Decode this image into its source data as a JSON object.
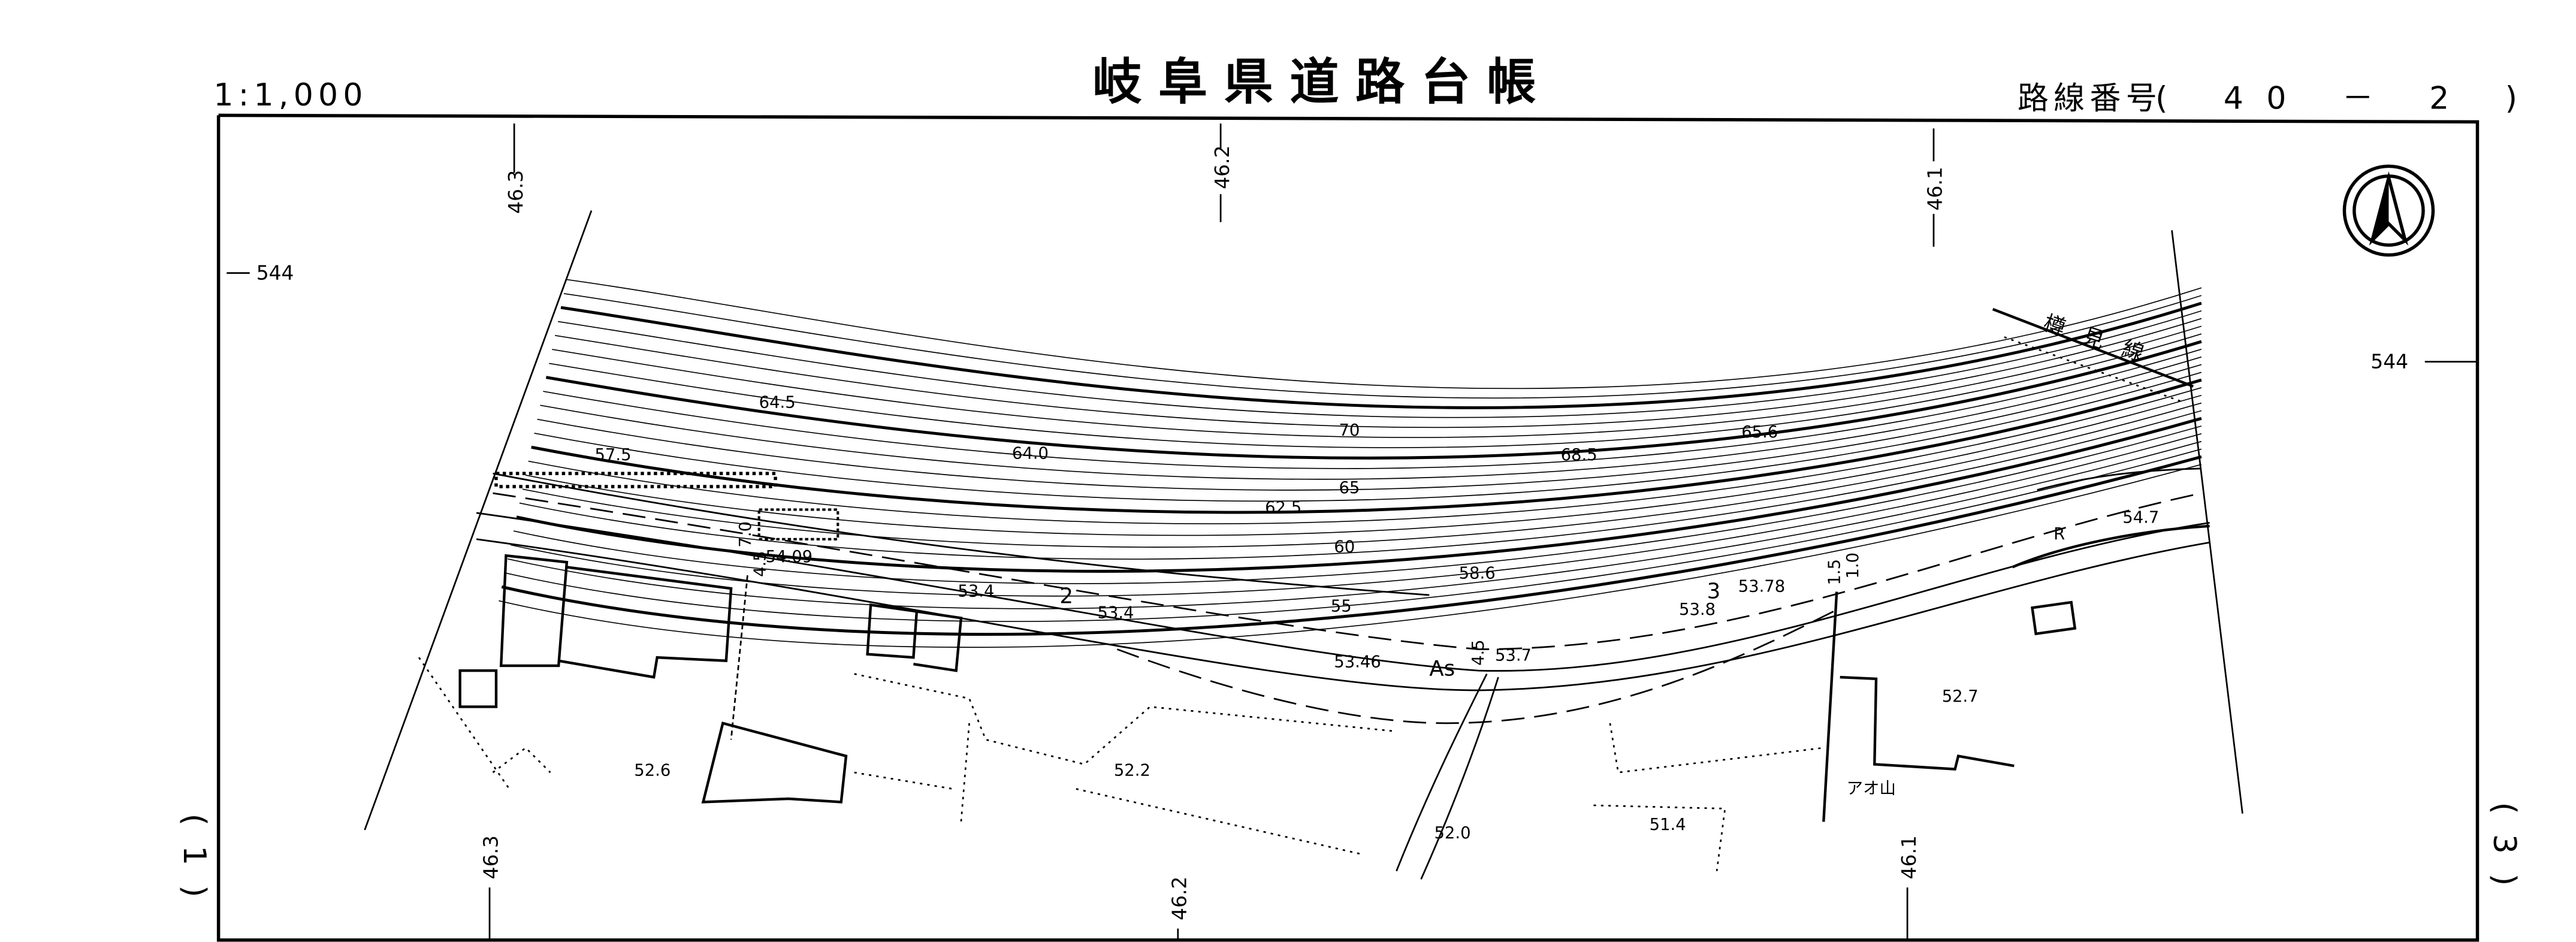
{
  "header": {
    "scale": "1:1,000",
    "title": "岐阜県道路台帳",
    "route_label": "路線番号",
    "route_number": "( 40 － 2 )"
  },
  "grid": {
    "top": [
      "46.3",
      "46.2",
      "46.1"
    ],
    "bottom": [
      "46.3",
      "46.2",
      "46.1"
    ],
    "left_y": "544",
    "right_y": "544"
  },
  "sheet_adjacent": {
    "left": "( 1 )",
    "right": "( 3 )"
  },
  "north_arrow": "north-arrow-icon",
  "contours": {
    "c70": "70",
    "c65": "65",
    "c60": "60",
    "c55": "55"
  },
  "spot_heights": {
    "s1": "64.5",
    "s2": "57.5",
    "s3": "64.0",
    "s4": "68.5",
    "s5": "65.6",
    "s6": "62.5",
    "s7": "58.6",
    "s8": "54.09",
    "s9": "53.4",
    "s10": "53.4",
    "s11": "53.46",
    "s12": "53.7",
    "s13": "53.8",
    "s14": "53.78",
    "s15": "54.7",
    "s16": "52.7",
    "s17": "52.6",
    "s18": "52.2",
    "s19": "52.0",
    "s20": "51.4"
  },
  "labels": {
    "road_name": "樽 見 線",
    "pavement": "As",
    "place": "アオ山",
    "r_mark": "R",
    "n2": "2",
    "n3": "3",
    "w70": "7.0",
    "w45a": "4.5",
    "w45b": "4.5",
    "w15": "1.5",
    "w10": "1.0"
  }
}
